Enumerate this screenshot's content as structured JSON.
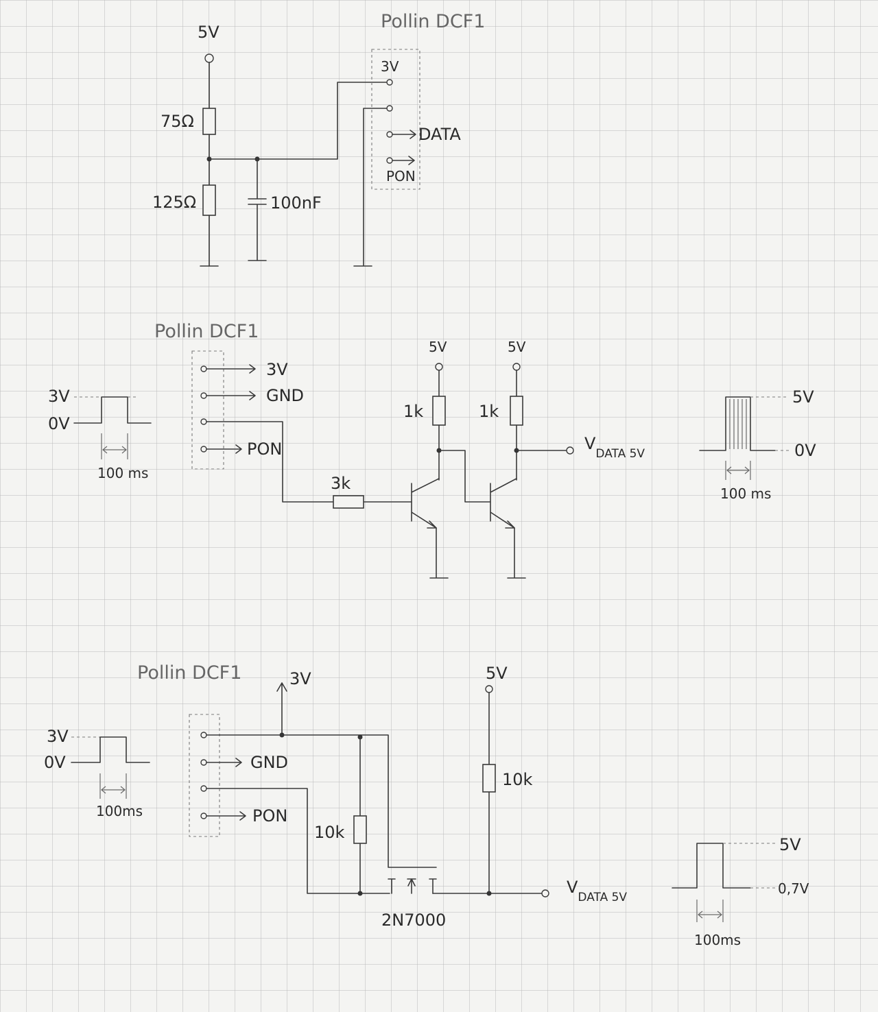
{
  "circuit1": {
    "module": "Pollin DCF1",
    "supply": "5V",
    "r_top": "75Ω",
    "r_bottom": "125Ω",
    "cap": "100nF",
    "pin_3v": "3V",
    "pin_data": "DATA",
    "pin_pon": "PON"
  },
  "circuit2": {
    "module": "Pollin DCF1",
    "pin_3v": "3V",
    "pin_gnd": "GND",
    "pin_pon": "PON",
    "in_high": "3V",
    "in_low": "0V",
    "in_width": "100 ms",
    "r_base": "3k",
    "supply1": "5V",
    "supply2": "5V",
    "r_pull1": "1k",
    "r_pull2": "1k",
    "out_symbol": "V",
    "out_subscript": "DATA 5V",
    "out_high": "5V",
    "out_low": "0V",
    "out_width": "100 ms"
  },
  "circuit3": {
    "module": "Pollin DCF1",
    "rail_3v": "3V",
    "pin_gnd": "GND",
    "pin_pon": "PON",
    "in_high": "3V",
    "in_low": "0V",
    "in_width": "100ms",
    "r_gate": "10k",
    "mosfet": "2N7000",
    "supply": "5V",
    "r_pull": "10k",
    "out_symbol": "V",
    "out_subscript": "DATA 5V",
    "out_high": "5V",
    "out_low": "0,7V",
    "out_width": "100ms"
  }
}
